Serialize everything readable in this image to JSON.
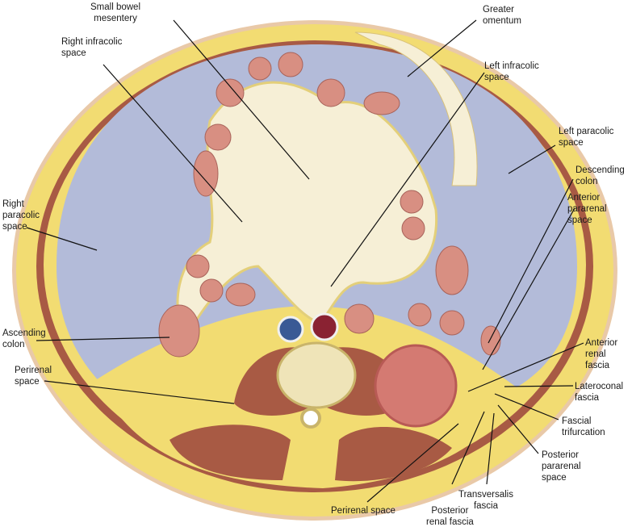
{
  "labels": {
    "small_bowel_mesentery": "Small bowel\nmesentery",
    "right_infracolic_space": "Right infracolic\nspace",
    "greater_omentum": "Greater\nomentum",
    "left_infracolic_space": "Left infracolic\nspace",
    "left_paracolic_space": "Left paracolic\nspace",
    "descending_colon": "Descending\ncolon",
    "anterior_pararenal_space": "Anterior\npararenal\nspace",
    "right_paracolic_space": "Right\nparacolic\nspace",
    "ascending_colon": "Ascending\ncolon",
    "perirenal_space_left": "Perirenal\nspace",
    "anterior_renal_fascia": "Anterior\nrenal\nfascia",
    "lateroconal_fascia": "Lateroconal\nfascia",
    "fascial_trifurcation": "Fascial\ntrifurcation",
    "posterior_pararenal_space": "Posterior\npararenal\nspace",
    "transversalis_fascia": "Transversalis\nfascia",
    "posterior_renal_fascia": "Posterior\nrenal fascia",
    "perirenal_space_bottom": "Perirenal space"
  },
  "colors": {
    "fat": "#f2dc72",
    "skin": "#e9c9a8",
    "muscle": "#a85a44",
    "cavity": "#b3bbd9",
    "mesentery": "#f6efd6",
    "bowel": "#d88f82",
    "kidney": "#d47a72",
    "bone": "#efe4b8"
  }
}
